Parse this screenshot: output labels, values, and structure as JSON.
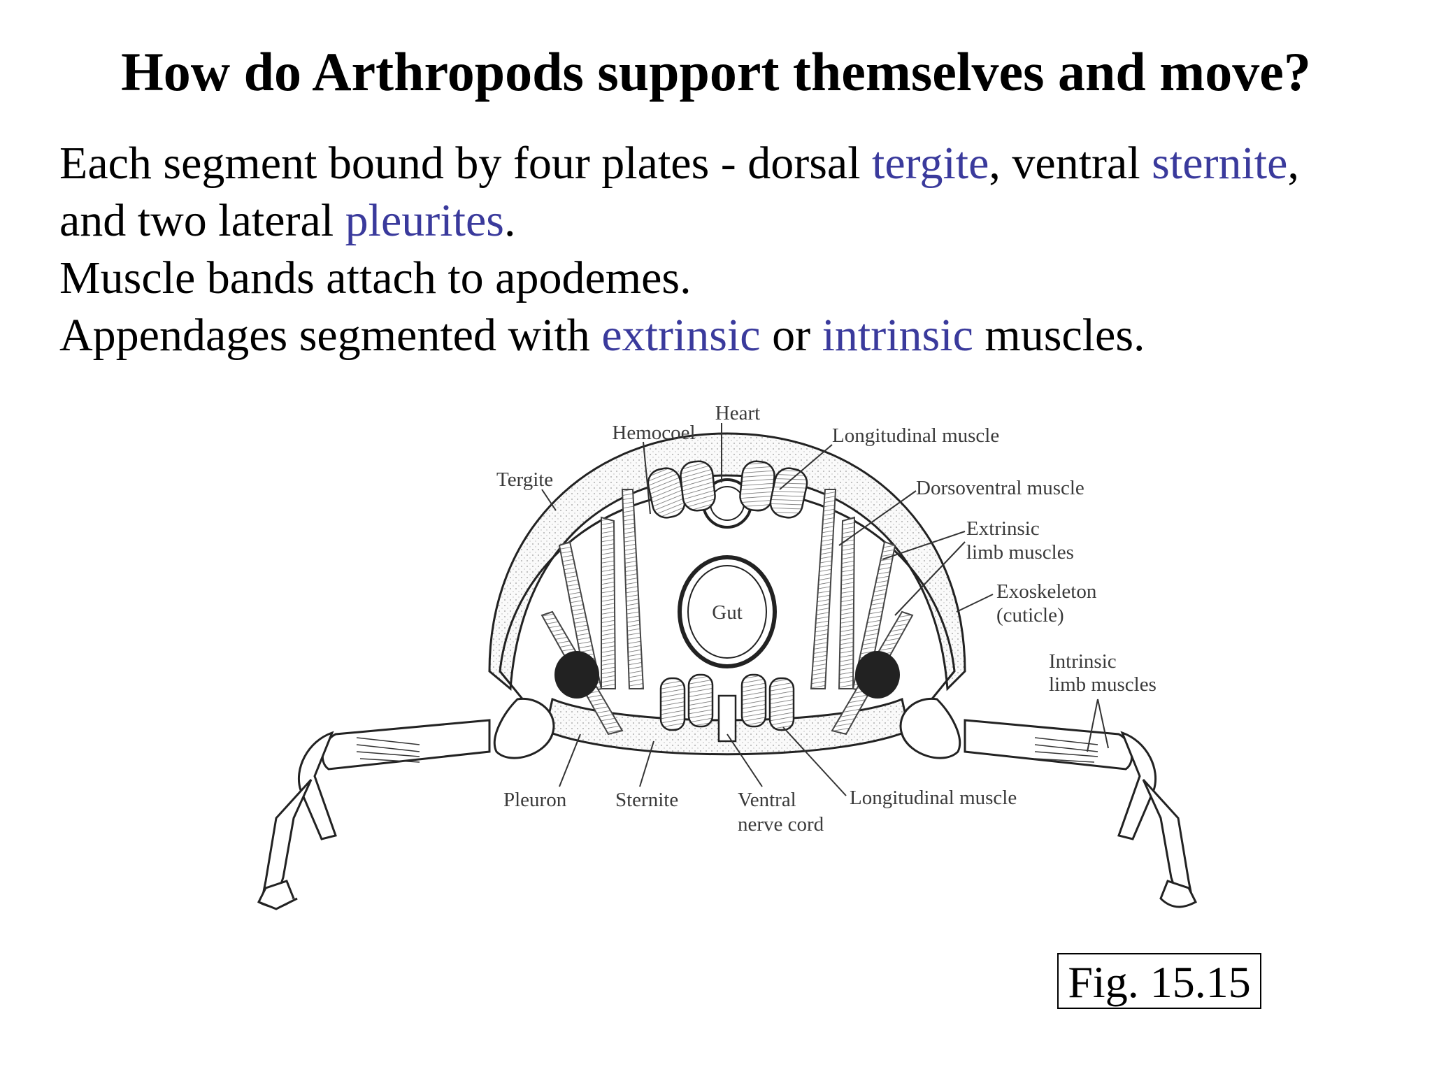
{
  "slide": {
    "title": "How do Arthropods support themselves and move?",
    "line1": {
      "a": "Each segment bound by four plates - dorsal ",
      "b": "tergite",
      "c": ", ventral ",
      "d": "sternite",
      "e": ","
    },
    "line2": {
      "a": "and two lateral ",
      "b": "pleurites",
      "c": "."
    },
    "line3": "Muscle bands attach to apodemes.",
    "line4": {
      "a": "Appendages segmented with ",
      "b": "extrinsic",
      "c": " or ",
      "d": "intrinsic",
      "e": " muscles."
    },
    "figure_label": "Fig. 15.15",
    "term_color": "#3a3a9c"
  },
  "diagram": {
    "labels": {
      "heart": "Heart",
      "hemocoel": "Hemocoel",
      "longitudinal_top": "Longitudinal muscle",
      "tergite": "Tergite",
      "dorsoventral": "Dorsoventral muscle",
      "extrinsic_1": "Extrinsic",
      "extrinsic_2": "limb muscles",
      "exoskeleton_1": "Exoskeleton",
      "exoskeleton_2": "(cuticle)",
      "intrinsic_1": "Intrinsic",
      "intrinsic_2": "limb muscles",
      "gut": "Gut",
      "pleuron": "Pleuron",
      "sternite": "Sternite",
      "ventral_1": "Ventral",
      "ventral_2": "nerve cord",
      "longitudinal_bottom": "Longitudinal muscle"
    }
  }
}
